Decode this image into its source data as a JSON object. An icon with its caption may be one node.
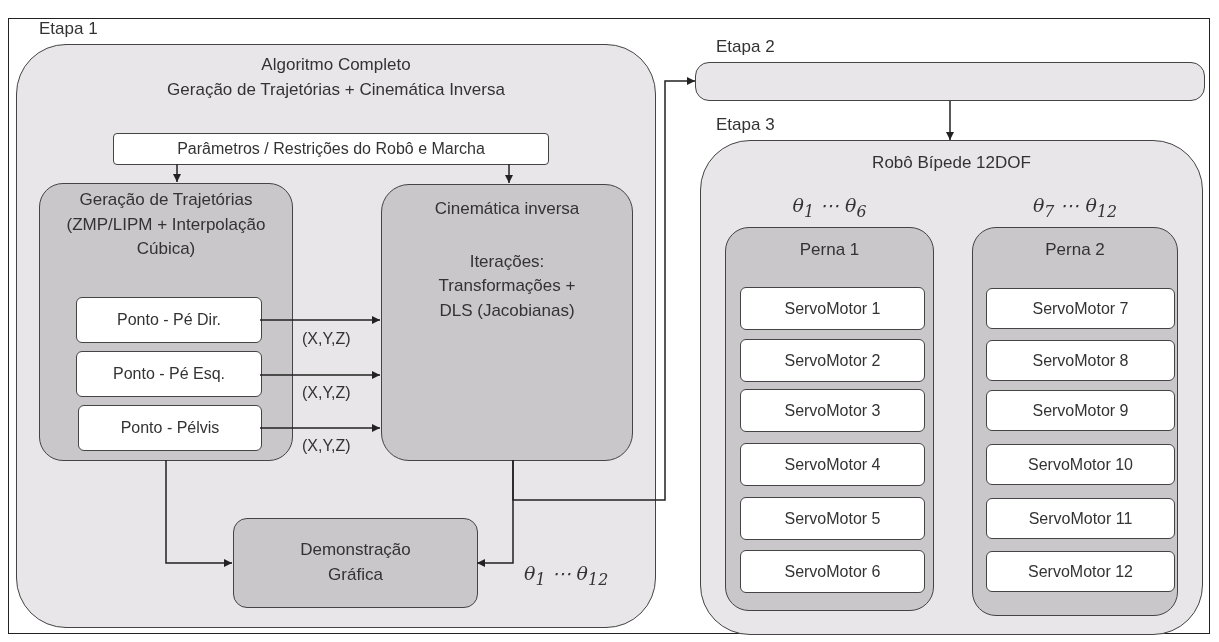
{
  "diagram": {
    "nodes": [
      {
        "text": [
          "Algoritmo Completo",
          "Geração de Trajetórias + Cinemática Inversa"
        ],
        "beside": [
          "Etapa 1"
        ]
      },
      {
        "text": [
          "Parâmetros / Restrições do Robô e Marcha"
        ],
        "in": 0
      },
      {
        "text": [
          "Geração de Trajetórias (ZMP/LIPM + Interpolação Cúbica)"
        ],
        "in": 0
      },
      {
        "text": [
          "Ponto - Pé Dir."
        ],
        "in": 2
      },
      {
        "text": [
          "Ponto - Pé Esq."
        ],
        "in": 2
      },
      {
        "text": [
          "Ponto - Pélvis"
        ],
        "in": 2
      },
      {
        "text": [
          "Cinemática inversa",
          "Iterações: Transformações + DLS (Jacobianas)"
        ],
        "in": 0
      },
      {
        "text": [
          "Demonstração Gráfica"
        ],
        "in": 0
      },
      {
        "text": [],
        "shape": "box",
        "beside": [
          "Etapa 2"
        ]
      },
      {
        "text": [
          "Robô Bípede 12DOF"
        ],
        "beside": [
          "Etapa 3"
        ]
      },
      {
        "text": [
          "Perna 1"
        ],
        "in": 9,
        "beside": [
          "θ$_{1}$ ⋯ θ$_{6}$"
        ]
      },
      {
        "text": [
          "ServoMotor 1"
        ],
        "in": 10
      },
      {
        "text": [
          "ServoMotor 2"
        ],
        "in": 10
      },
      {
        "text": [
          "ServoMotor 3"
        ],
        "in": 10
      },
      {
        "text": [
          "ServoMotor 4"
        ],
        "in": 10
      },
      {
        "text": [
          "ServoMotor 5"
        ],
        "in": 10
      },
      {
        "text": [
          "ServoMotor 6"
        ],
        "in": 10
      },
      {
        "text": [
          "Perna 2"
        ],
        "in": 9,
        "beside": [
          "θ$_{7}$ ⋯ θ$_{12}$"
        ]
      },
      {
        "text": [
          "ServoMotor 7"
        ],
        "in": 17
      },
      {
        "text": [
          "ServoMotor 8"
        ],
        "in": 17
      },
      {
        "text": [
          "ServoMotor 9"
        ],
        "in": 17
      },
      {
        "text": [
          "ServoMotor 10"
        ],
        "in": 17
      },
      {
        "text": [
          "ServoMotor 11"
        ],
        "in": 17
      },
      {
        "text": [
          "ServoMotor 12"
        ],
        "in": 17
      }
    ],
    "edges": [
      {
        "from": 1,
        "to": 2,
        "arrow": "to"
      },
      {
        "from": 1,
        "to": 6,
        "arrow": "to"
      },
      {
        "from": 3,
        "to": 6,
        "arrow": "to",
        "label": "(X,Y,Z)"
      },
      {
        "from": 4,
        "to": 6,
        "arrow": "to",
        "label": "(X,Y,Z)"
      },
      {
        "from": 5,
        "to": 6,
        "arrow": "to",
        "label": "(X,Y,Z)"
      },
      {
        "from": 2,
        "to": 7,
        "arrow": "to"
      },
      {
        "from": 6,
        "to": 7,
        "arrow": "to",
        "label": "θ$_{1}$ ⋯ θ$_{12}$"
      },
      {
        "from": 6,
        "to": 8,
        "arrow": "to"
      },
      {
        "from": 8,
        "to": 9,
        "arrow": "to"
      }
    ]
  }
}
